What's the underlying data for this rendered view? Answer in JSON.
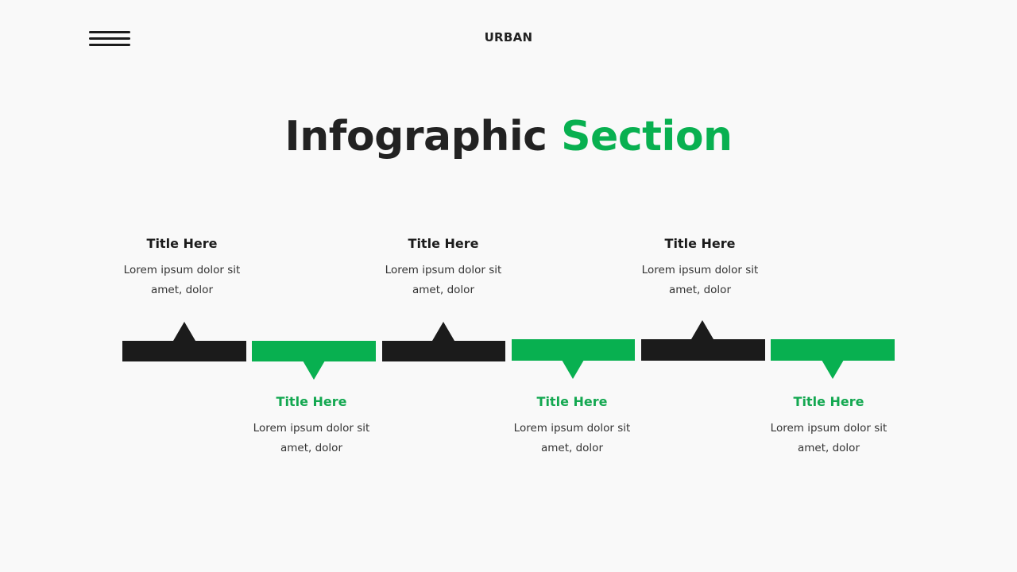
{
  "header": {
    "menu_icon": "hamburger-menu-icon",
    "brand": "URBAN"
  },
  "title": {
    "part1": "Infographic",
    "part2": "Section"
  },
  "colors": {
    "background": "#f9f9f9",
    "dark": "#1b1b1b",
    "accent": "#08b050",
    "text": "#333333"
  },
  "timeline": {
    "items": [
      {
        "position": "top",
        "color": "dark",
        "title": "Title Here",
        "body_line1": "Lorem ipsum dolor sit",
        "body_line2": "amet, dolor"
      },
      {
        "position": "bottom",
        "color": "green",
        "title": "Title Here",
        "body_line1": "Lorem ipsum dolor sit",
        "body_line2": "amet, dolor"
      },
      {
        "position": "top",
        "color": "dark",
        "title": "Title Here",
        "body_line1": "Lorem ipsum dolor sit",
        "body_line2": "amet, dolor"
      },
      {
        "position": "bottom",
        "color": "green",
        "title": "Title Here",
        "body_line1": "Lorem ipsum dolor sit",
        "body_line2": "amet, dolor"
      },
      {
        "position": "top",
        "color": "dark",
        "title": "Title Here",
        "body_line1": "Lorem ipsum dolor sit",
        "body_line2": "amet, dolor"
      },
      {
        "position": "bottom",
        "color": "green",
        "title": "Title Here",
        "body_line1": "Lorem ipsum dolor sit",
        "body_line2": "amet, dolor"
      }
    ]
  }
}
